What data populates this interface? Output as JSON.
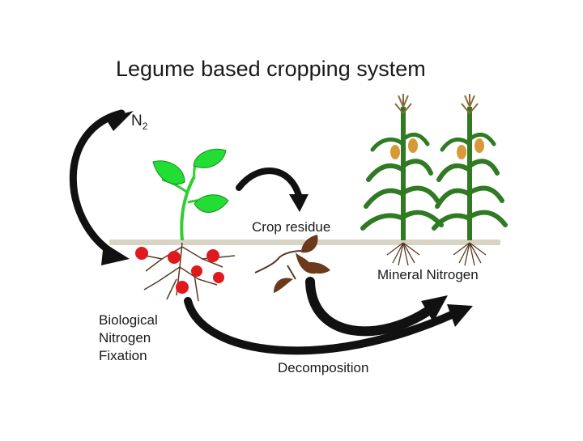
{
  "title": "Legume based cropping system",
  "n2_label": {
    "base": "N",
    "subscript": "2"
  },
  "crop_residue_label": "Crop residue",
  "mineral_nitrogen_label": "Mineral Nitrogen",
  "bnf_label": [
    "Biological",
    "Nitrogen",
    "Fixation"
  ],
  "decomposition_label": "Decomposition",
  "colors": {
    "arrow": "#111111",
    "leaf_green": "#22dd33",
    "corn_green": "#2f7a22",
    "nodule_red": "#e0191e",
    "residue_brown": "#6b3a1c",
    "soil": "#d8d4c4",
    "tassel": "#d79a3a"
  },
  "icons": [
    "legume-plant-icon",
    "root-nodule-icon",
    "crop-residue-leaf-icon",
    "corn-plant-icon"
  ]
}
